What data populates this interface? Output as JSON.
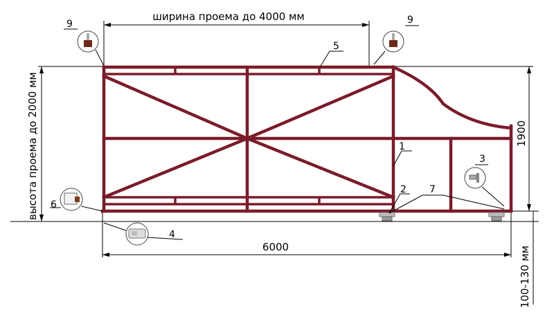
{
  "dimensions": {
    "opening_width": "ширина проема до 4000 мм",
    "opening_height": "высота проема до 2000 мм",
    "gate_height": "1900",
    "total_length": "6000",
    "ground_clearance": "100-130 мм"
  },
  "callouts": {
    "c1": "1",
    "c2": "2",
    "c3": "3",
    "c4": "4",
    "c5": "5",
    "c6": "6",
    "c7": "7",
    "c9_left": "9",
    "c9_right": "9"
  },
  "colors": {
    "frame": "#7a1c2a",
    "lines": "#000000"
  }
}
